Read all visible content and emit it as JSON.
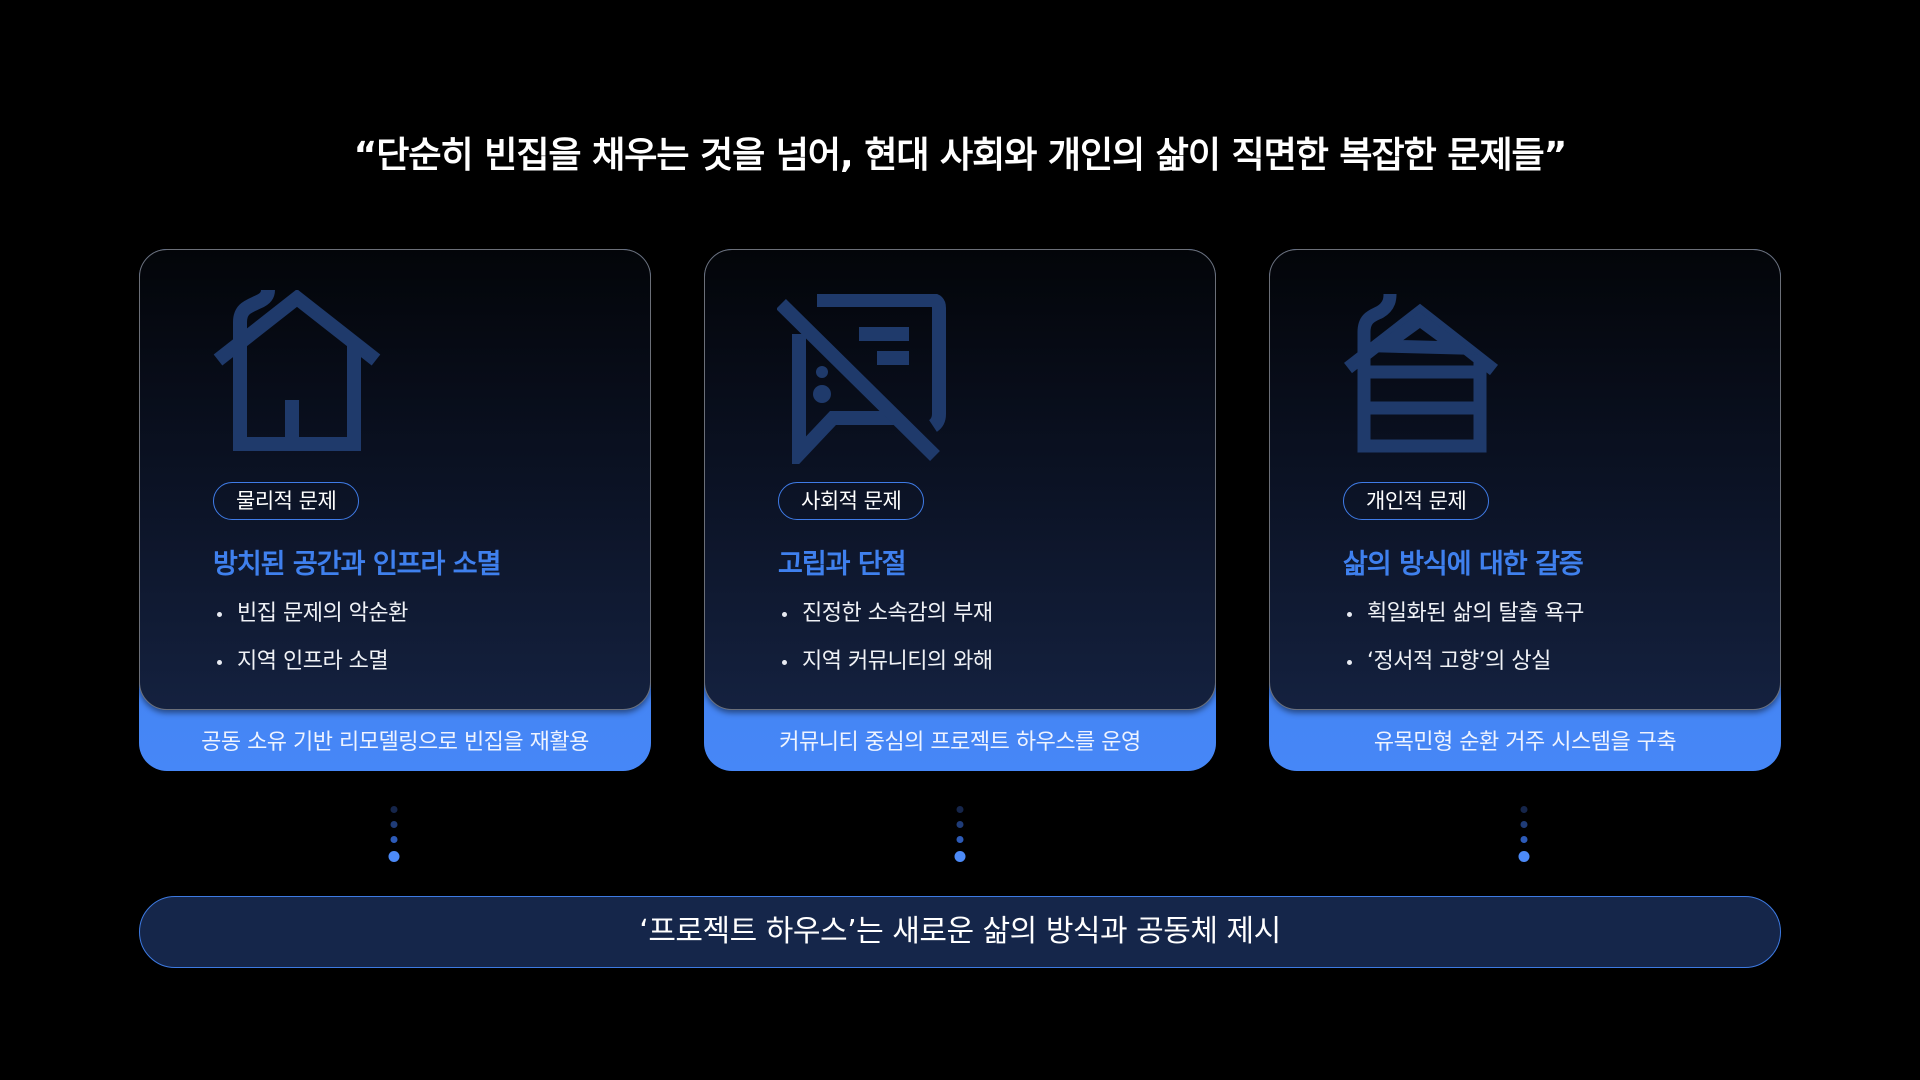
{
  "title": "“단순히 빈집을 채우는 것을 넘어, 현대 사회와 개인의 삶이 직면한 복잡한 문제들”",
  "colors": {
    "background": "#000000",
    "accent": "#3f80ee",
    "footer_blue": "#4282f2",
    "icon": "#1f3a6b",
    "bottom_bar_bg": "#15264a"
  },
  "cards": [
    {
      "icon": "house-chimney-icon",
      "category": "물리적 문제",
      "heading": "방치된 공간과 인프라 소멸",
      "bullets": [
        "빈집 문제의 악순환",
        "지역 인프라 소멸"
      ],
      "solution": "공동 소유 기반 리모델링으로 빈집을 재활용"
    },
    {
      "icon": "chat-off-icon",
      "category": "사회적 문제",
      "heading": "고립과 단절",
      "bullets": [
        "진정한 소속감의 부재",
        "지역 커뮤니티의 와해"
      ],
      "solution": "커뮤니티 중심의 프로젝트 하우스를 운영"
    },
    {
      "icon": "house-stacked-icon",
      "category": "개인적 문제",
      "heading": "삶의 방식에 대한 갈증",
      "bullets": [
        "획일화된 삶의 탈출 욕구",
        "‘정서적 고향’의 상실"
      ],
      "solution": "유목민형 순환 거주 시스템을 구축"
    }
  ],
  "conclusion": "‘프로젝트 하우스’는 새로운 삶의 방식과 공동체 제시"
}
